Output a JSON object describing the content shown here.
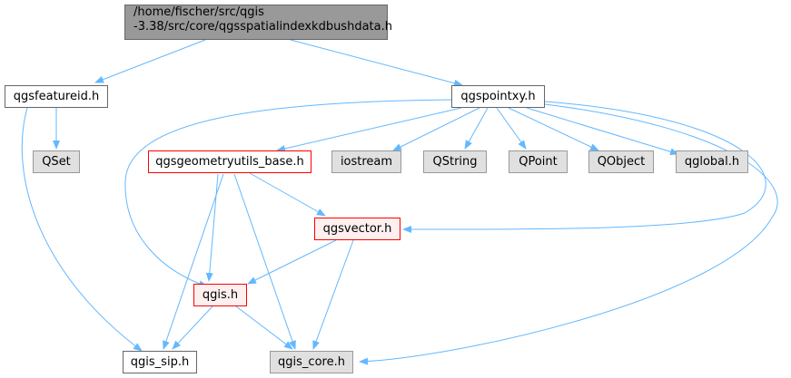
{
  "nodes": {
    "root": {
      "line1": "/home/fischer/src/qgis",
      "line2": "-3.38/src/core/qgsspatialindexkdbushdata.h"
    },
    "featureid": {
      "label": "qgsfeatureid.h"
    },
    "pointxy": {
      "label": "qgspointxy.h"
    },
    "qset": {
      "label": "QSet"
    },
    "geomutils": {
      "label": "qgsgeometryutils_base.h"
    },
    "iostream": {
      "label": "iostream"
    },
    "qstring": {
      "label": "QString"
    },
    "qpoint": {
      "label": "QPoint"
    },
    "qobject": {
      "label": "QObject"
    },
    "qglobal": {
      "label": "qglobal.h"
    },
    "vector": {
      "label": "qgsvector.h"
    },
    "qgis": {
      "label": "qgis.h"
    },
    "sip": {
      "label": "qgis_sip.h"
    },
    "core": {
      "label": "qgis_core.h"
    }
  },
  "colors": {
    "edge": "#63b8ff",
    "root_fill": "#999999",
    "grey_fill": "#e0e0e0",
    "red_border": "#ff0000"
  }
}
